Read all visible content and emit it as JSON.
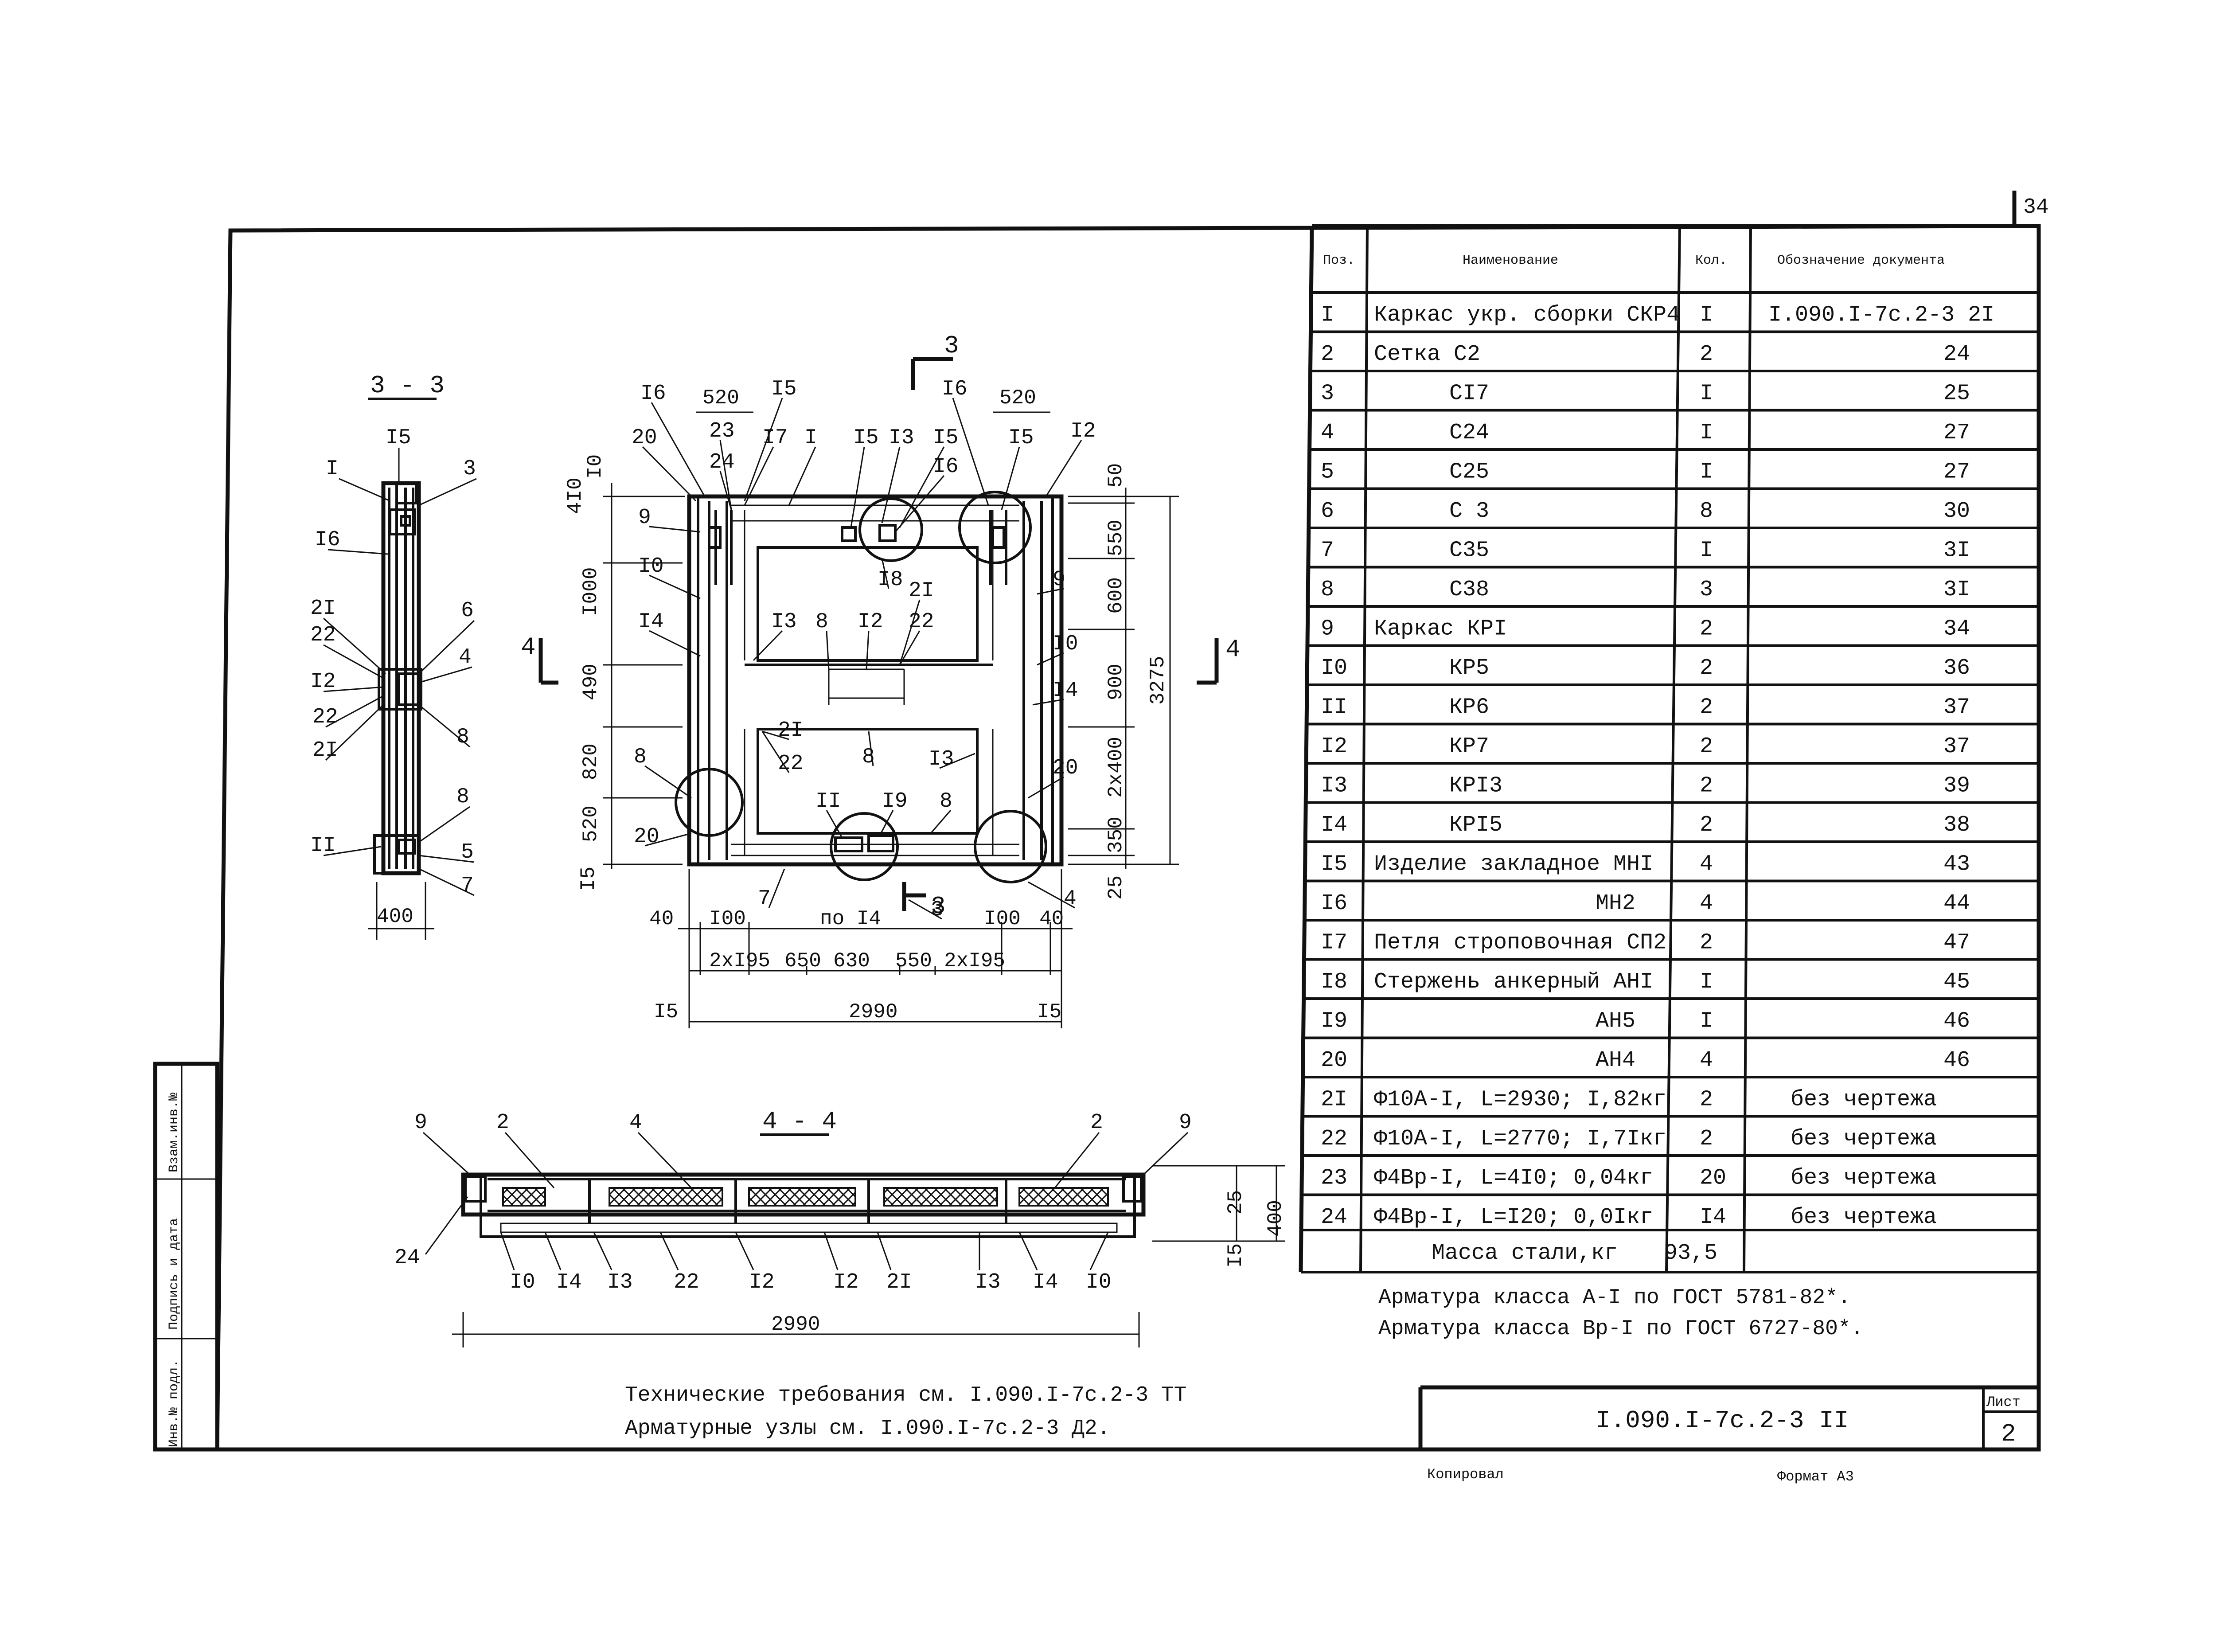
{
  "sheet_corner_number": "34",
  "spec_table": {
    "headers": {
      "pos": "Поз.",
      "name": "Наименование",
      "qty": "Кол.",
      "doc": "Обозначение документа"
    },
    "rows": [
      {
        "pos": "I",
        "name": "Каркас укр. сборки СКР4",
        "qty": "I",
        "doc": "I.090.I-7с.2-3 2I"
      },
      {
        "pos": "2",
        "name": "Сетка С2",
        "qty": "2",
        "doc": "24"
      },
      {
        "pos": "3",
        "name": "СI7",
        "qty": "I",
        "doc": "25"
      },
      {
        "pos": "4",
        "name": "С24",
        "qty": "I",
        "doc": "27"
      },
      {
        "pos": "5",
        "name": "С25",
        "qty": "I",
        "doc": "27"
      },
      {
        "pos": "6",
        "name": "С 3",
        "qty": "8",
        "doc": "30"
      },
      {
        "pos": "7",
        "name": "С35",
        "qty": "I",
        "doc": "3I"
      },
      {
        "pos": "8",
        "name": "С38",
        "qty": "3",
        "doc": "3I"
      },
      {
        "pos": "9",
        "name": "Каркас КРI",
        "qty": "2",
        "doc": "34"
      },
      {
        "pos": "I0",
        "name": "КР5",
        "qty": "2",
        "doc": "36"
      },
      {
        "pos": "II",
        "name": "КР6",
        "qty": "2",
        "doc": "37"
      },
      {
        "pos": "I2",
        "name": "КР7",
        "qty": "2",
        "doc": "37"
      },
      {
        "pos": "I3",
        "name": "КРI3",
        "qty": "2",
        "doc": "39"
      },
      {
        "pos": "I4",
        "name": "КРI5",
        "qty": "2",
        "doc": "38"
      },
      {
        "pos": "I5",
        "name": "Изделие закладное МНI",
        "qty": "4",
        "doc": "43"
      },
      {
        "pos": "I6",
        "name": "МН2",
        "qty": "4",
        "doc": "44"
      },
      {
        "pos": "I7",
        "name": "Петля строповочная СП2",
        "qty": "2",
        "doc": "47"
      },
      {
        "pos": "I8",
        "name": "Стержень анкерный АНI",
        "qty": "I",
        "doc": "45"
      },
      {
        "pos": "I9",
        "name": "АН5",
        "qty": "I",
        "doc": "46"
      },
      {
        "pos": "20",
        "name": "АН4",
        "qty": "4",
        "doc": "46"
      },
      {
        "pos": "2I",
        "name": "Ф10А-I, L=2930; I,82кг",
        "qty": "2",
        "doc": "без чертежа"
      },
      {
        "pos": "22",
        "name": "Ф10А-I, L=2770; I,7Iкг",
        "qty": "2",
        "doc": "без чертежа"
      },
      {
        "pos": "23",
        "name": "Ф4Вр-I, L=4I0; 0,04кг",
        "qty": "20",
        "doc": "без чертежа"
      },
      {
        "pos": "24",
        "name": "Ф4Вр-I, L=I20; 0,0Iкг",
        "qty": "I4",
        "doc": "без чертежа"
      }
    ],
    "mass_label": "Масса стали,кг",
    "mass_value": "93,5"
  },
  "notes": {
    "steel_A1": "Арматура класса А-I по ГОСТ 5781-82*.",
    "steel_Bp1": "Арматура класса Вр-I по ГОСТ 6727-80*.",
    "tech_req": "Технические требования см. I.090.I-7с.2-3 ТТ",
    "nodes": "Арматурные узлы см. I.090.I-7с.2-3 Д2."
  },
  "title_block": {
    "designation": "I.090.I-7с.2-3 II",
    "sheet_label": "Лист",
    "sheet_number": "2",
    "copied": "Копировал",
    "format": "Формат А3"
  },
  "side_stamp": [
    "Инв.№ подл.",
    "Подпись и дата",
    "Взам.инв.№"
  ],
  "section_33": {
    "title": "3 - 3",
    "callouts": [
      "I5",
      "I",
      "3",
      "I6",
      "2I",
      "6",
      "22",
      "4",
      "I2",
      "22",
      "2I",
      "8",
      "II",
      "8",
      "5",
      "7"
    ],
    "dim_bottom": "400"
  },
  "plan_view": {
    "section_mark_3": "3",
    "section_mark_4": "4",
    "top_dims": [
      "520",
      "520"
    ],
    "left_dims": [
      "4I0",
      "I0",
      "I000",
      "490",
      "820",
      "520",
      "I5"
    ],
    "right_dims": [
      "50",
      "550",
      "600",
      "900",
      "2x400",
      "350",
      "25"
    ],
    "overall_height": "3275",
    "bottom_dims_1": [
      "40",
      "I00",
      "по I4",
      "I00",
      "40"
    ],
    "bottom_dims_2": [
      "2xI95",
      "650",
      "630",
      "550",
      "2xI95"
    ],
    "overall_width": "2990",
    "edge_marks": [
      "I5",
      "I5"
    ],
    "callouts": [
      "I6",
      "23",
      "24",
      "I5",
      "I7",
      "I",
      "I5",
      "I3",
      "I5",
      "I6",
      "I6",
      "I5",
      "I2",
      "20",
      "9",
      "I0",
      "I4",
      "I3",
      "8",
      "I2",
      "2I",
      "22",
      "I8",
      "9",
      "I0",
      "I4",
      "2I",
      "22",
      "8",
      "I3",
      "20",
      "8",
      "II",
      "I9",
      "8",
      "20",
      "7",
      "4",
      "3"
    ]
  },
  "section_44": {
    "title": "4 - 4",
    "top_callouts": [
      "9",
      "2",
      "4",
      "2",
      "9"
    ],
    "bottom_callouts": [
      "I0",
      "I4",
      "I3",
      "22",
      "I2",
      "I2",
      "2I",
      "I3",
      "I4",
      "I0"
    ],
    "left_callout": "24",
    "right_dims": [
      "25",
      "I5"
    ],
    "overall_depth": "400",
    "overall_width": "2990"
  }
}
